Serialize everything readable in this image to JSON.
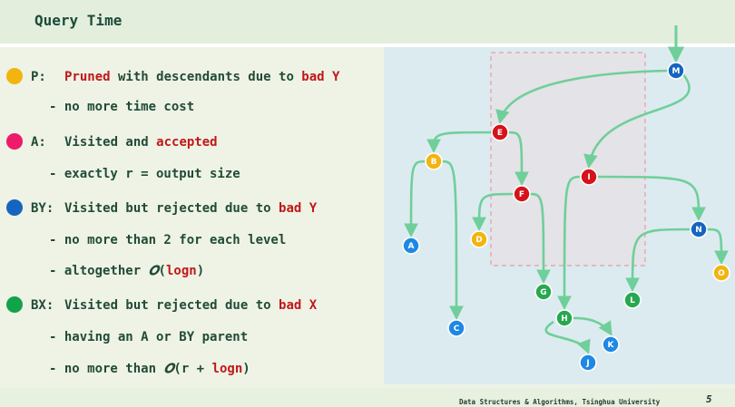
{
  "title": "Query Time",
  "legend": [
    {
      "key": "P:",
      "dot_color": "#f2b40f",
      "parts": [
        {
          "text": "Pruned",
          "accent": true
        },
        {
          "text": " with descendants due to ",
          "accent": false
        },
        {
          "text": "bad Y",
          "accent": true
        }
      ]
    },
    {
      "key": "",
      "dot_color": null,
      "parts": [
        {
          "text": "- no more time cost",
          "accent": false
        }
      ]
    },
    {
      "key": "A:",
      "dot_color": "#ee1a6a",
      "parts": [
        {
          "text": "Visited and ",
          "accent": false
        },
        {
          "text": "accepted",
          "accent": true
        }
      ]
    },
    {
      "key": "",
      "dot_color": null,
      "parts": [
        {
          "text": "- exactly r = output size",
          "accent": false
        }
      ]
    },
    {
      "key": "BY:",
      "dot_color": "#1565c0",
      "parts": [
        {
          "text": "Visited but rejected due to ",
          "accent": false
        },
        {
          "text": "bad Y",
          "accent": true
        }
      ]
    },
    {
      "key": "",
      "dot_color": null,
      "parts": [
        {
          "text": "- no more than 2 for each level",
          "accent": false
        }
      ]
    },
    {
      "key": "",
      "dot_color": null,
      "parts": [
        {
          "text": "- altogether ",
          "accent": false
        },
        {
          "text": "𝑶",
          "accent": false,
          "italic": true
        },
        {
          "text": "(",
          "accent": false
        },
        {
          "text": "logn",
          "accent": true
        },
        {
          "text": ")",
          "accent": false
        }
      ]
    },
    {
      "key": "BX:",
      "dot_color": "#12a34a",
      "parts": [
        {
          "text": "Visited but rejected due to ",
          "accent": false
        },
        {
          "text": "bad X",
          "accent": true
        }
      ]
    },
    {
      "key": "",
      "dot_color": null,
      "parts": [
        {
          "text": "- having an A or BY parent",
          "accent": false
        }
      ]
    },
    {
      "key": "",
      "dot_color": null,
      "parts": [
        {
          "text": "- no more than ",
          "accent": false
        },
        {
          "text": "𝑶",
          "accent": false,
          "italic": true
        },
        {
          "text": "(r + ",
          "accent": false
        },
        {
          "text": "logn",
          "accent": true
        },
        {
          "text": ")",
          "accent": false
        }
      ]
    }
  ],
  "colors": {
    "pruned": "#f2b40f",
    "visited_reject_y": "#1e88e5",
    "visited_root": "#1565c0",
    "accepted_red": "#d6121a",
    "bad_x": "#27a850",
    "edge": "#6fcf9a",
    "query_box": "#e8909a"
  },
  "tree": {
    "nodes": [
      {
        "id": "M",
        "label": "M",
        "kind": "root"
      },
      {
        "id": "E",
        "label": "E",
        "kind": "accepted"
      },
      {
        "id": "I",
        "label": "I",
        "kind": "accepted"
      },
      {
        "id": "B",
        "label": "B",
        "kind": "pruned"
      },
      {
        "id": "F",
        "label": "F",
        "kind": "accepted"
      },
      {
        "id": "A",
        "label": "A",
        "kind": "reject_y"
      },
      {
        "id": "C",
        "label": "C",
        "kind": "reject_y"
      },
      {
        "id": "D",
        "label": "D",
        "kind": "pruned"
      },
      {
        "id": "G",
        "label": "G",
        "kind": "bad_x"
      },
      {
        "id": "H",
        "label": "H",
        "kind": "bad_x"
      },
      {
        "id": "N",
        "label": "N",
        "kind": "root"
      },
      {
        "id": "L",
        "label": "L",
        "kind": "bad_x"
      },
      {
        "id": "O",
        "label": "O",
        "kind": "pruned"
      },
      {
        "id": "K",
        "label": "K",
        "kind": "reject_y"
      },
      {
        "id": "J",
        "label": "J",
        "kind": "reject_y"
      }
    ],
    "edges": [
      [
        "M",
        "E"
      ],
      [
        "M",
        "I"
      ],
      [
        "E",
        "B"
      ],
      [
        "E",
        "F"
      ],
      [
        "B",
        "A"
      ],
      [
        "B",
        "C"
      ],
      [
        "F",
        "D"
      ],
      [
        "F",
        "G"
      ],
      [
        "I",
        "H"
      ],
      [
        "I",
        "N"
      ],
      [
        "N",
        "L"
      ],
      [
        "N",
        "O"
      ],
      [
        "H",
        "K"
      ],
      [
        "H",
        "J"
      ]
    ]
  },
  "footer": {
    "text": "Data Structures & Algorithms, Tsinghua University",
    "page": "5"
  }
}
